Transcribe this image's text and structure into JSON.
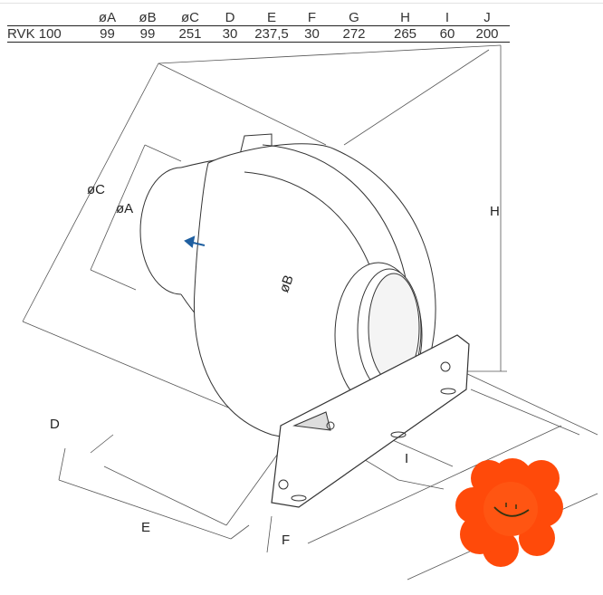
{
  "table": {
    "headers": [
      "",
      "øA",
      "øB",
      "øC",
      "D",
      "E",
      "F",
      "G",
      "H",
      "I",
      "J"
    ],
    "rows": [
      {
        "model": "RVK 100",
        "values": [
          "99",
          "99",
          "251",
          "30",
          "237,5",
          "30",
          "272",
          "265",
          "60",
          "200"
        ]
      }
    ]
  },
  "drawing_labels": {
    "oC": "øC",
    "oA": "øA",
    "oB": "øB",
    "H": "H",
    "D": "D",
    "E": "E",
    "F": "F",
    "I": "I"
  },
  "colors": {
    "flower": "#ff4a0a",
    "arrow": "#1f5fa0"
  }
}
